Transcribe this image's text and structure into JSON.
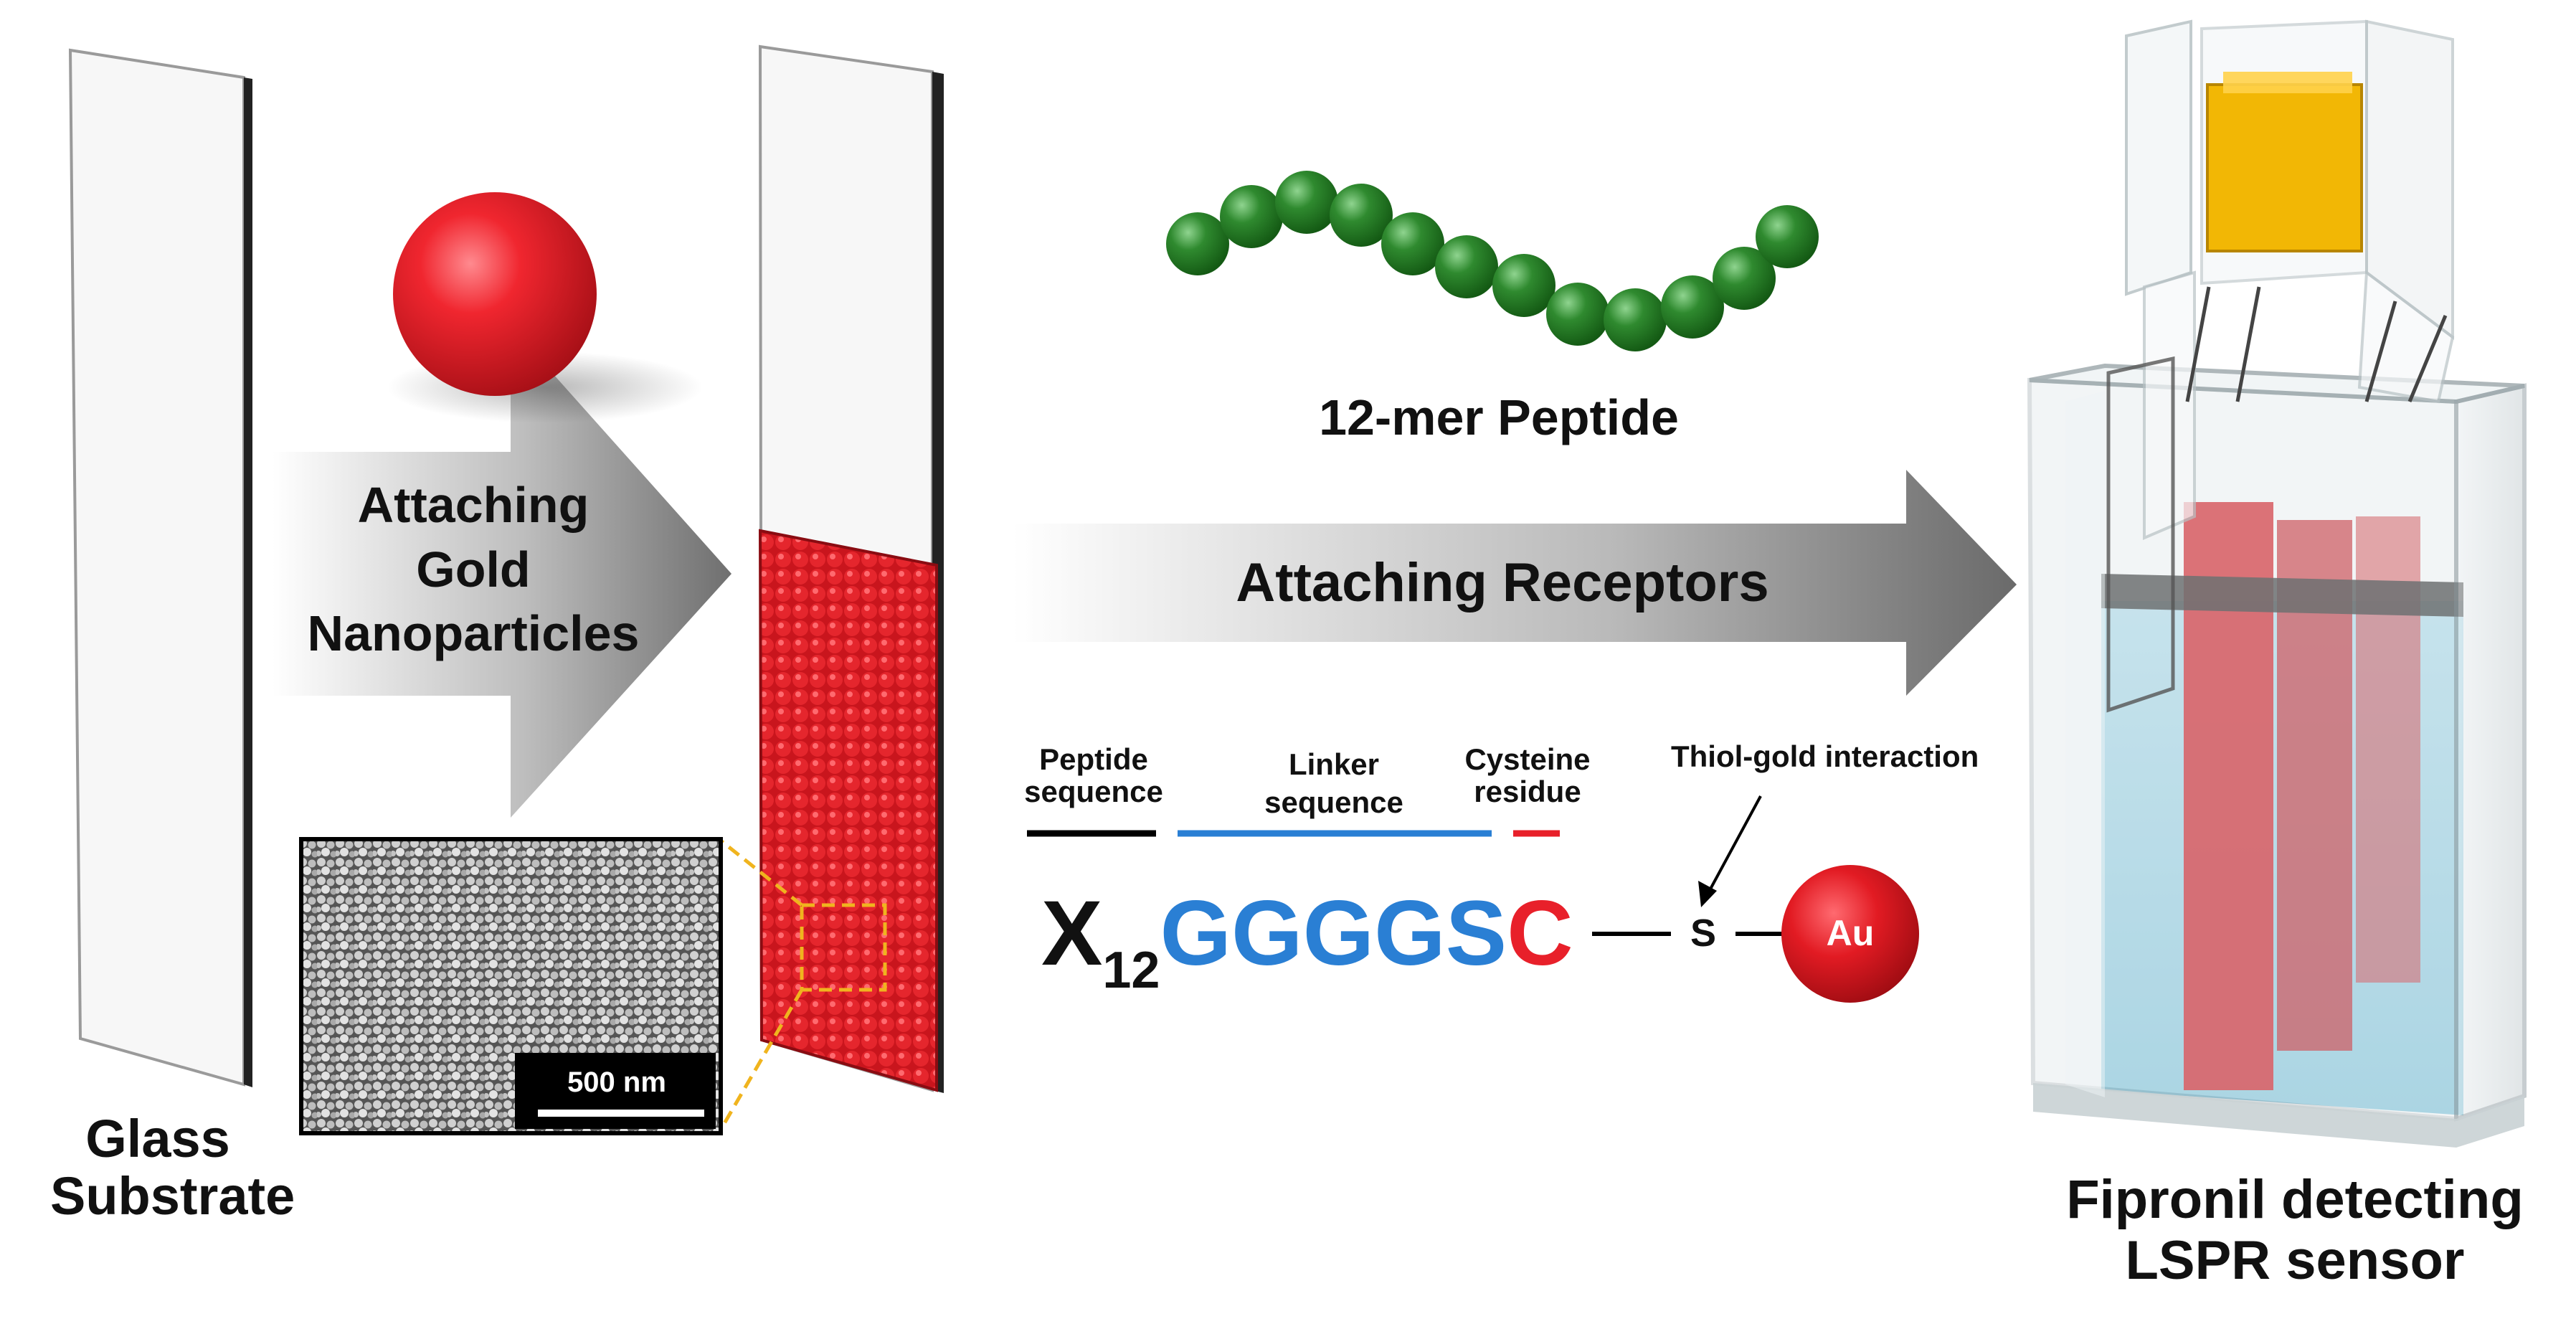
{
  "labels": {
    "glass_substrate": [
      "Glass",
      "Substrate"
    ],
    "attaching_gold": [
      "Attaching",
      "Gold",
      "Nanoparticles"
    ],
    "peptide_12mer": "12-mer Peptide",
    "attaching_receptors": "Attaching Receptors",
    "peptide_sequence": [
      "Peptide",
      "sequence"
    ],
    "linker_sequence": [
      "Linker",
      "sequence"
    ],
    "cysteine_residue": [
      "Cysteine",
      "residue"
    ],
    "thiol_gold": "Thiol-gold interaction",
    "sensor": [
      "Fipronil detecting",
      "LSPR sensor"
    ],
    "scale_bar": "500 nm"
  },
  "sequence": {
    "x": "X",
    "subscript": "12",
    "linker": "GGGGS",
    "cysteine": "C",
    "sulfur": "S",
    "gold": "Au"
  },
  "colors": {
    "gold_nanoparticle": "#e21b23",
    "peptide_bead": "#2f8a2f",
    "linker_blue": "#2a7fd4",
    "cysteine_red": "#e8202a",
    "zoom_box": "#f0b41e",
    "liquid": "#a6d8ea",
    "electrode_gold": "#f2b705"
  }
}
